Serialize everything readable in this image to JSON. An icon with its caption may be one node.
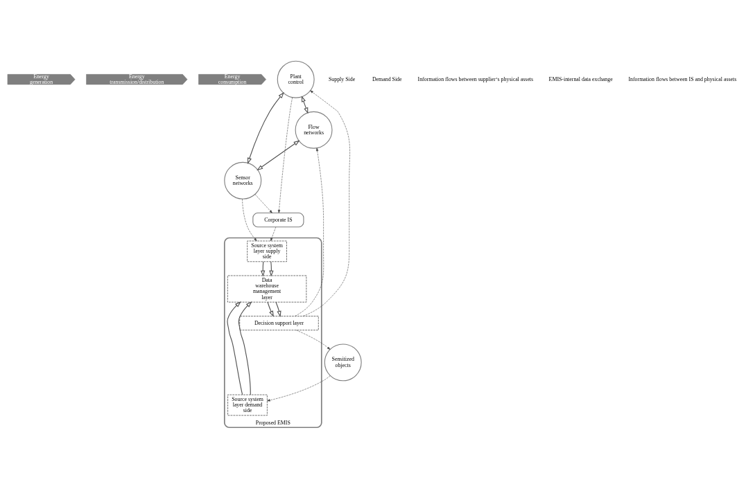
{
  "diagram": {
    "nodes": [
      {
        "text": [
          "Energy generation"
        ]
      },
      {
        "text": [
          "Energy transmission/distribution"
        ]
      },
      {
        "text": [
          "Energy consumption"
        ]
      },
      {
        "text": [
          "Plant control"
        ]
      },
      {
        "text": [
          "Flow networks"
        ]
      },
      {
        "text": [
          "Sensor networks"
        ]
      },
      {
        "text": [
          "Corporate IS"
        ]
      },
      {
        "text": [
          "Proposed EMIS"
        ]
      },
      {
        "text": [
          "Decision support layer"
        ],
        "in": 7
      },
      {
        "text": [
          "Data warehouse management layer"
        ],
        "in": 7
      },
      {
        "text": [
          "Source system layer supply side"
        ],
        "in": 7
      },
      {
        "text": [
          "Source system layer demand side"
        ],
        "in": 7
      },
      {
        "text": [
          "Sensitized objects"
        ]
      }
    ],
    "edges": [
      {
        "from": 3,
        "to": 4,
        "arrow": "both"
      },
      {
        "from": 4,
        "to": 5,
        "arrow": "both"
      },
      {
        "from": 3,
        "to": 5,
        "arrow": "both"
      },
      {
        "from": 9,
        "to": 8,
        "arrow": "to"
      },
      {
        "from": 9,
        "to": 8,
        "arrow": "to"
      },
      {
        "from": 10,
        "to": 9,
        "arrow": "to"
      },
      {
        "from": 10,
        "to": 9,
        "arrow": "to"
      },
      {
        "from": 11,
        "to": 9,
        "arrow": "to"
      },
      {
        "from": 11,
        "to": 9,
        "arrow": "to"
      },
      {
        "from": 8,
        "to": 3,
        "arrow": "to",
        "style": "dashed"
      },
      {
        "from": 8,
        "to": 4,
        "arrow": "to",
        "style": "dashed"
      },
      {
        "from": 8,
        "to": 12,
        "arrow": "to",
        "style": "dashed"
      },
      {
        "from": 3,
        "to": 6,
        "arrow": "to",
        "style": "dashed"
      },
      {
        "from": 5,
        "to": 6,
        "arrow": "to",
        "style": "dashed"
      },
      {
        "from": 5,
        "to": 10,
        "arrow": "to",
        "style": "dashed"
      },
      {
        "from": 6,
        "to": 10,
        "arrow": "to",
        "style": "dashed"
      },
      {
        "from": 12,
        "to": 11,
        "arrow": "to",
        "style": "dashed"
      }
    ],
    "labels": [
      "Supply Side",
      "Demand Side"
    ],
    "legend": [
      {
        "text": "Information flows between supplier‘s physical assets"
      },
      {
        "text": "EMIS-internal data exchange"
      },
      {
        "text": "Information flows between IS and physical assets"
      }
    ]
  }
}
